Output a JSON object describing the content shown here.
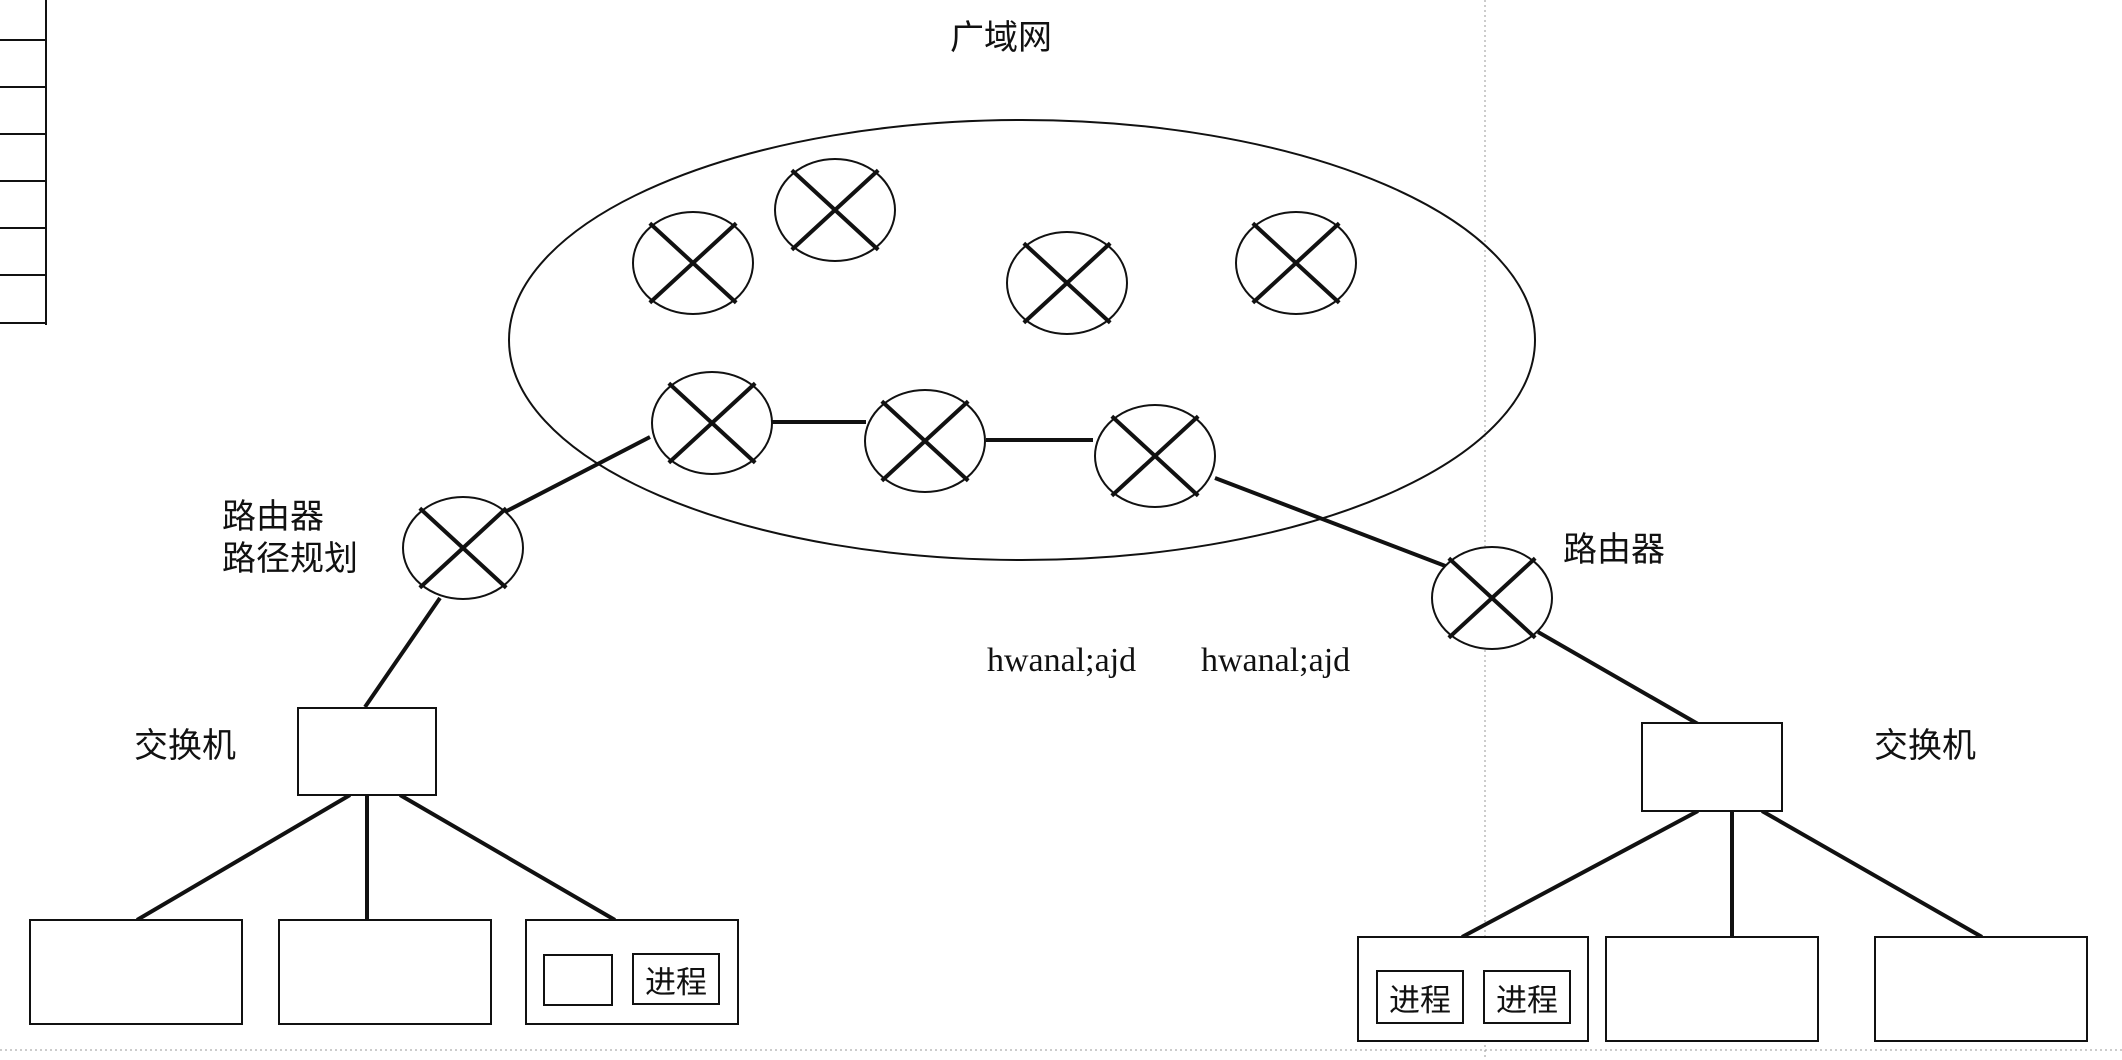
{
  "labels": {
    "wan": "广域网",
    "router_left_line1": "路由器",
    "router_left_line2": "路径规划",
    "router_right": "路由器",
    "switch_left": "交换机",
    "switch_right": "交换机",
    "annotation_a": "hwanal;ajd",
    "annotation_b": "hwanal;ajd",
    "process": "进程"
  },
  "colors": {
    "stroke": "#111111",
    "guide": "#9a9a9a",
    "background": "#ffffff"
  },
  "icons": {
    "router_node": "crossed-circle-icon"
  }
}
